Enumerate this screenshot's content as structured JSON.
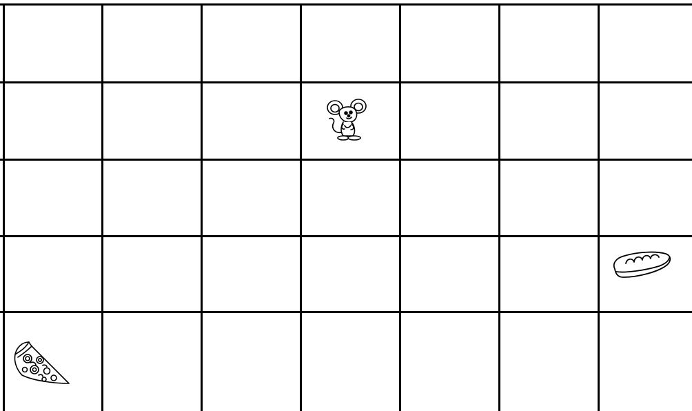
{
  "grid": {
    "rows": 5,
    "columns": 7,
    "line_color": "#000000",
    "background": "#ffffff"
  },
  "pieces": [
    {
      "icon": "mouse-icon",
      "row": 2,
      "column": 4
    },
    {
      "icon": "bread-icon",
      "row": 4,
      "column": 7
    },
    {
      "icon": "pizza-slice-icon",
      "row": 5,
      "column": 1
    }
  ]
}
